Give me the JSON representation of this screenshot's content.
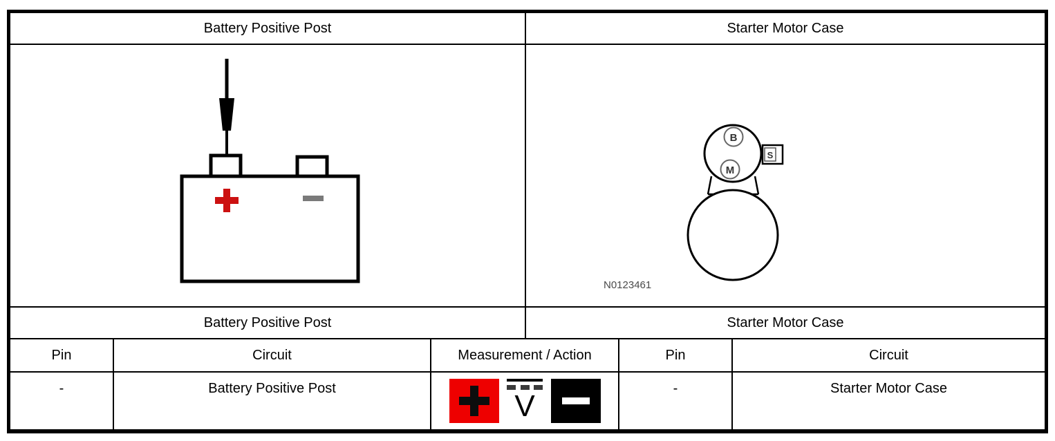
{
  "panels": {
    "left": {
      "title": "Battery Positive Post",
      "caption": "Battery Positive Post"
    },
    "right": {
      "title": "Starter Motor Case",
      "caption": "Starter Motor Case",
      "figure_id": "N0123461"
    }
  },
  "battery_figure": {
    "positive_symbol": "+",
    "negative_symbol": "−"
  },
  "starter_figure": {
    "terminal_b_label": "B",
    "terminal_m_label": "M",
    "terminal_s_label": "S"
  },
  "table": {
    "headers": [
      "Pin",
      "Circuit",
      "Measurement / Action",
      "Pin",
      "Circuit"
    ],
    "row": {
      "left_pin": "-",
      "left_circuit": "Battery Positive Post",
      "right_pin": "-",
      "right_circuit": "Starter Motor Case"
    },
    "measurement": {
      "positive_lead_icon": "plus-on-red-square",
      "voltmeter_icon": "dc-voltmeter",
      "voltmeter_letter": "V",
      "negative_lead_icon": "minus-on-black-square"
    }
  },
  "colors": {
    "positive_red": "#cc1111",
    "icon_red": "#ee0000",
    "negative_gray": "#7a7a7a",
    "ink_black": "#000000"
  }
}
